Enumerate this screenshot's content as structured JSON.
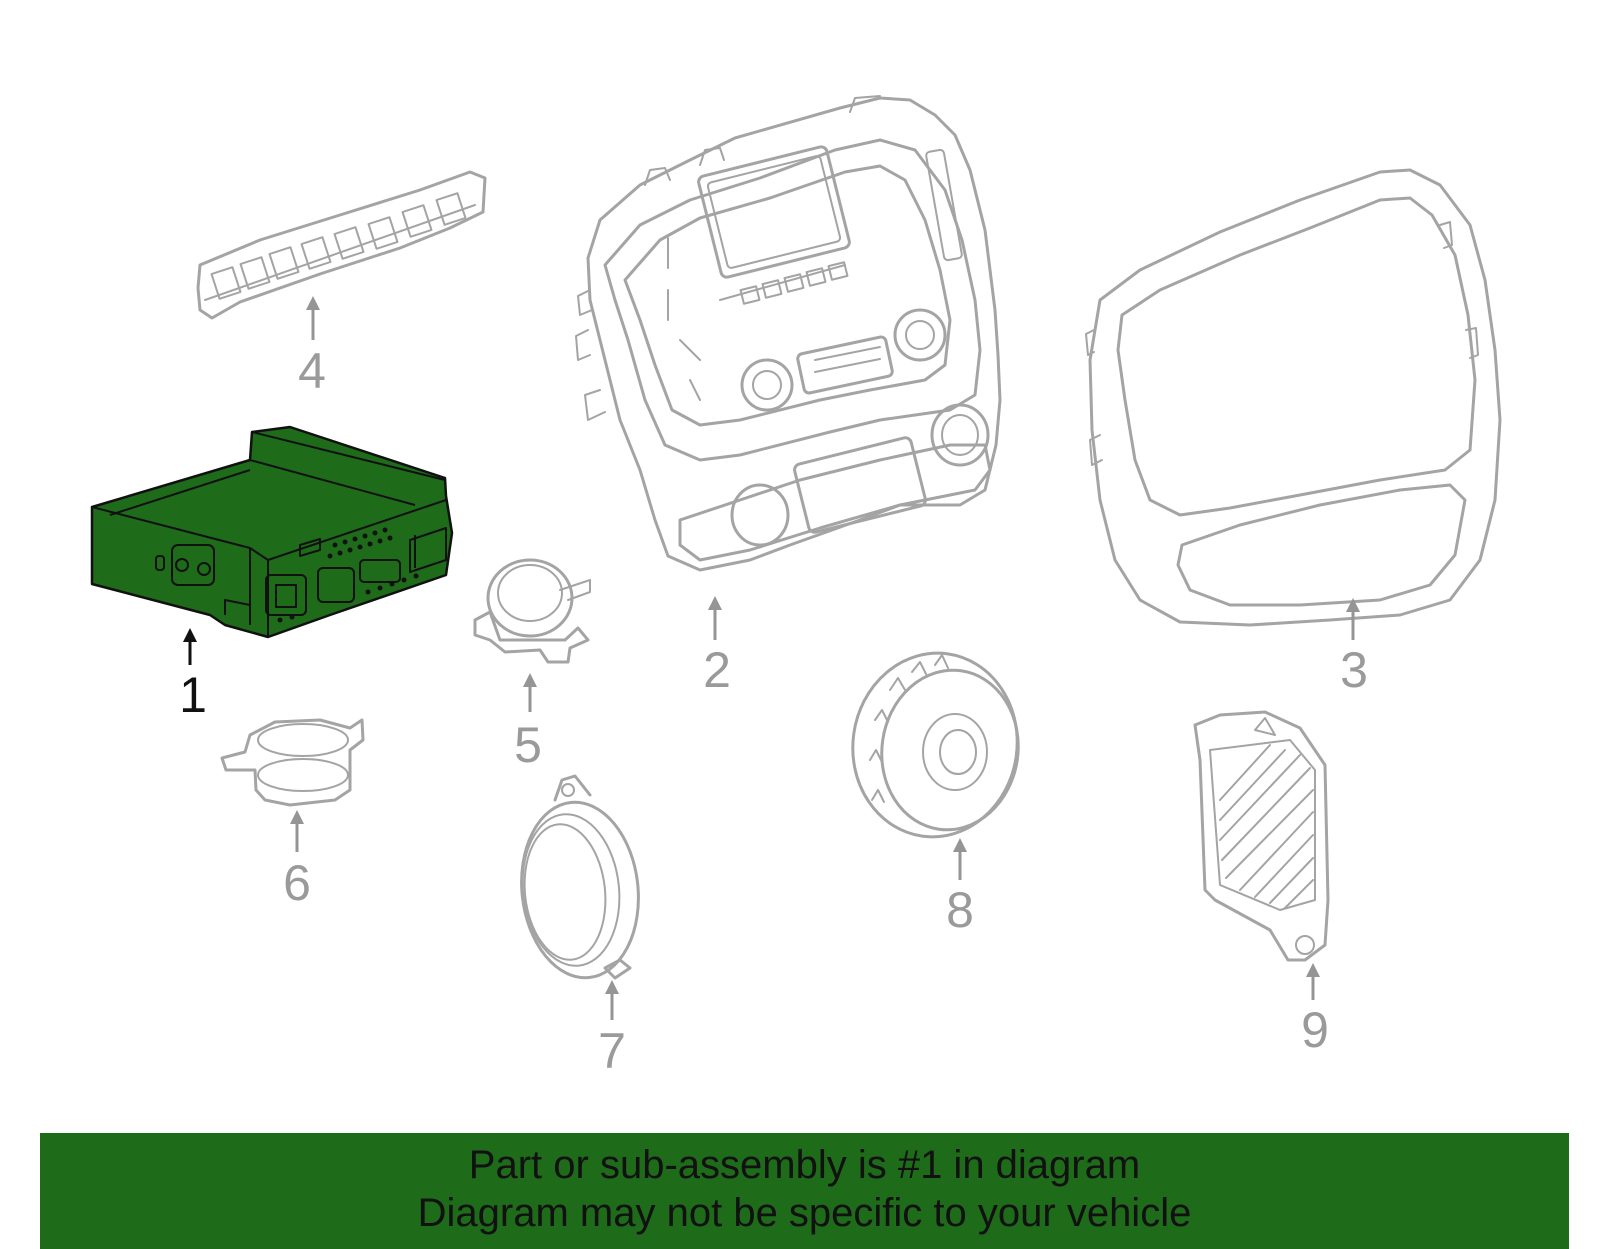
{
  "diagram": {
    "highlight_color": "#1e6b1a",
    "line_color": "#a4a4a4",
    "callouts": [
      {
        "id": "1",
        "label": "1",
        "highlighted": true
      },
      {
        "id": "2",
        "label": "2",
        "highlighted": false
      },
      {
        "id": "3",
        "label": "3",
        "highlighted": false
      },
      {
        "id": "4",
        "label": "4",
        "highlighted": false
      },
      {
        "id": "5",
        "label": "5",
        "highlighted": false
      },
      {
        "id": "6",
        "label": "6",
        "highlighted": false
      },
      {
        "id": "7",
        "label": "7",
        "highlighted": false
      },
      {
        "id": "8",
        "label": "8",
        "highlighted": false
      },
      {
        "id": "9",
        "label": "9",
        "highlighted": false
      }
    ]
  },
  "banner": {
    "line1": "Part or sub-assembly is #1 in diagram",
    "line2": "Diagram may not be specific to your vehicle",
    "background": "#1e6b1a"
  }
}
